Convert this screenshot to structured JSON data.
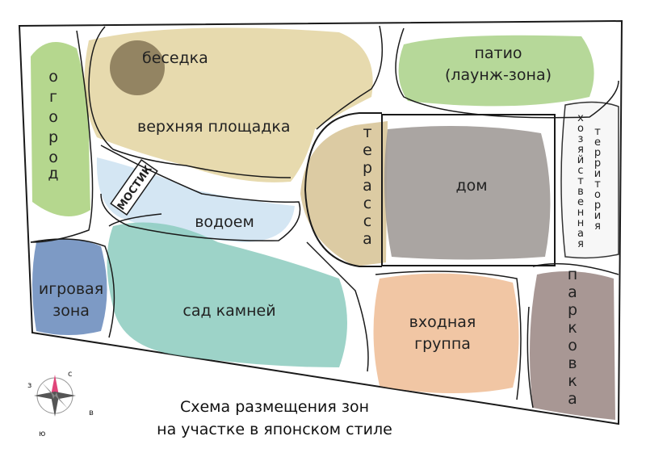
{
  "zones": {
    "ogorod": "огород",
    "besedka": "беседка",
    "verkhnyaya": "верхняя площадка",
    "patio_1": "патио",
    "patio_2": "(лаунж-зона)",
    "terrasa": "терасса",
    "dom": "дом",
    "khoz_1": "хозяйственная",
    "khoz_2": "территория",
    "mostik": "МОСТИК",
    "vodoem": "водоем",
    "igrovaya_1": "игровая",
    "igrovaya_2": "зона",
    "sad": "сад камней",
    "vkhodnaya_1": "входная",
    "vkhodnaya_2": "группа",
    "parkovka": "парковка"
  },
  "compass": {
    "n": "с",
    "s": "ю",
    "e": "в",
    "w": "з"
  },
  "caption": {
    "line1": "Схема размещения зон",
    "line2": "на участке в японском стиле"
  },
  "colors": {
    "ogorod": "#a8d07a",
    "besedka": "#8a7a5a",
    "verkhnyaya": "#e3d3a0",
    "patio": "#a9d187",
    "terrasa": "#d6c293",
    "dom": "#a19b98",
    "vodoem": "#cfe3f2",
    "igrovaya": "#6f8fbf",
    "sad": "#8ccbbe",
    "vkhodnaya": "#f0c09a",
    "parkovka": "#9e8c88"
  }
}
